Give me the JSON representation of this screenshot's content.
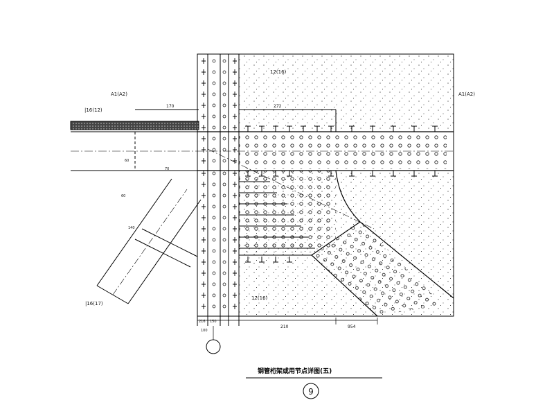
{
  "drawing": {
    "title": "钢管桁架或用节点详图(五)",
    "detail_number": "9",
    "labels": {
      "a1_left": "A1(A2)",
      "a1_right": "A1(A2)",
      "t16_top": "|16(12)",
      "t16_bottom": "|16(17)",
      "t12_top": "12(16)",
      "t12_bottom": "12(16)",
      "dim_170": "170",
      "dim_272": "272",
      "dim_210": "210",
      "dim_954": "954",
      "dim_216": "216",
      "dim_150": "150",
      "dim_100": "100",
      "dim_60a": "60",
      "dim_60b": "60",
      "dim_70": "70",
      "dim_140": "140"
    }
  }
}
